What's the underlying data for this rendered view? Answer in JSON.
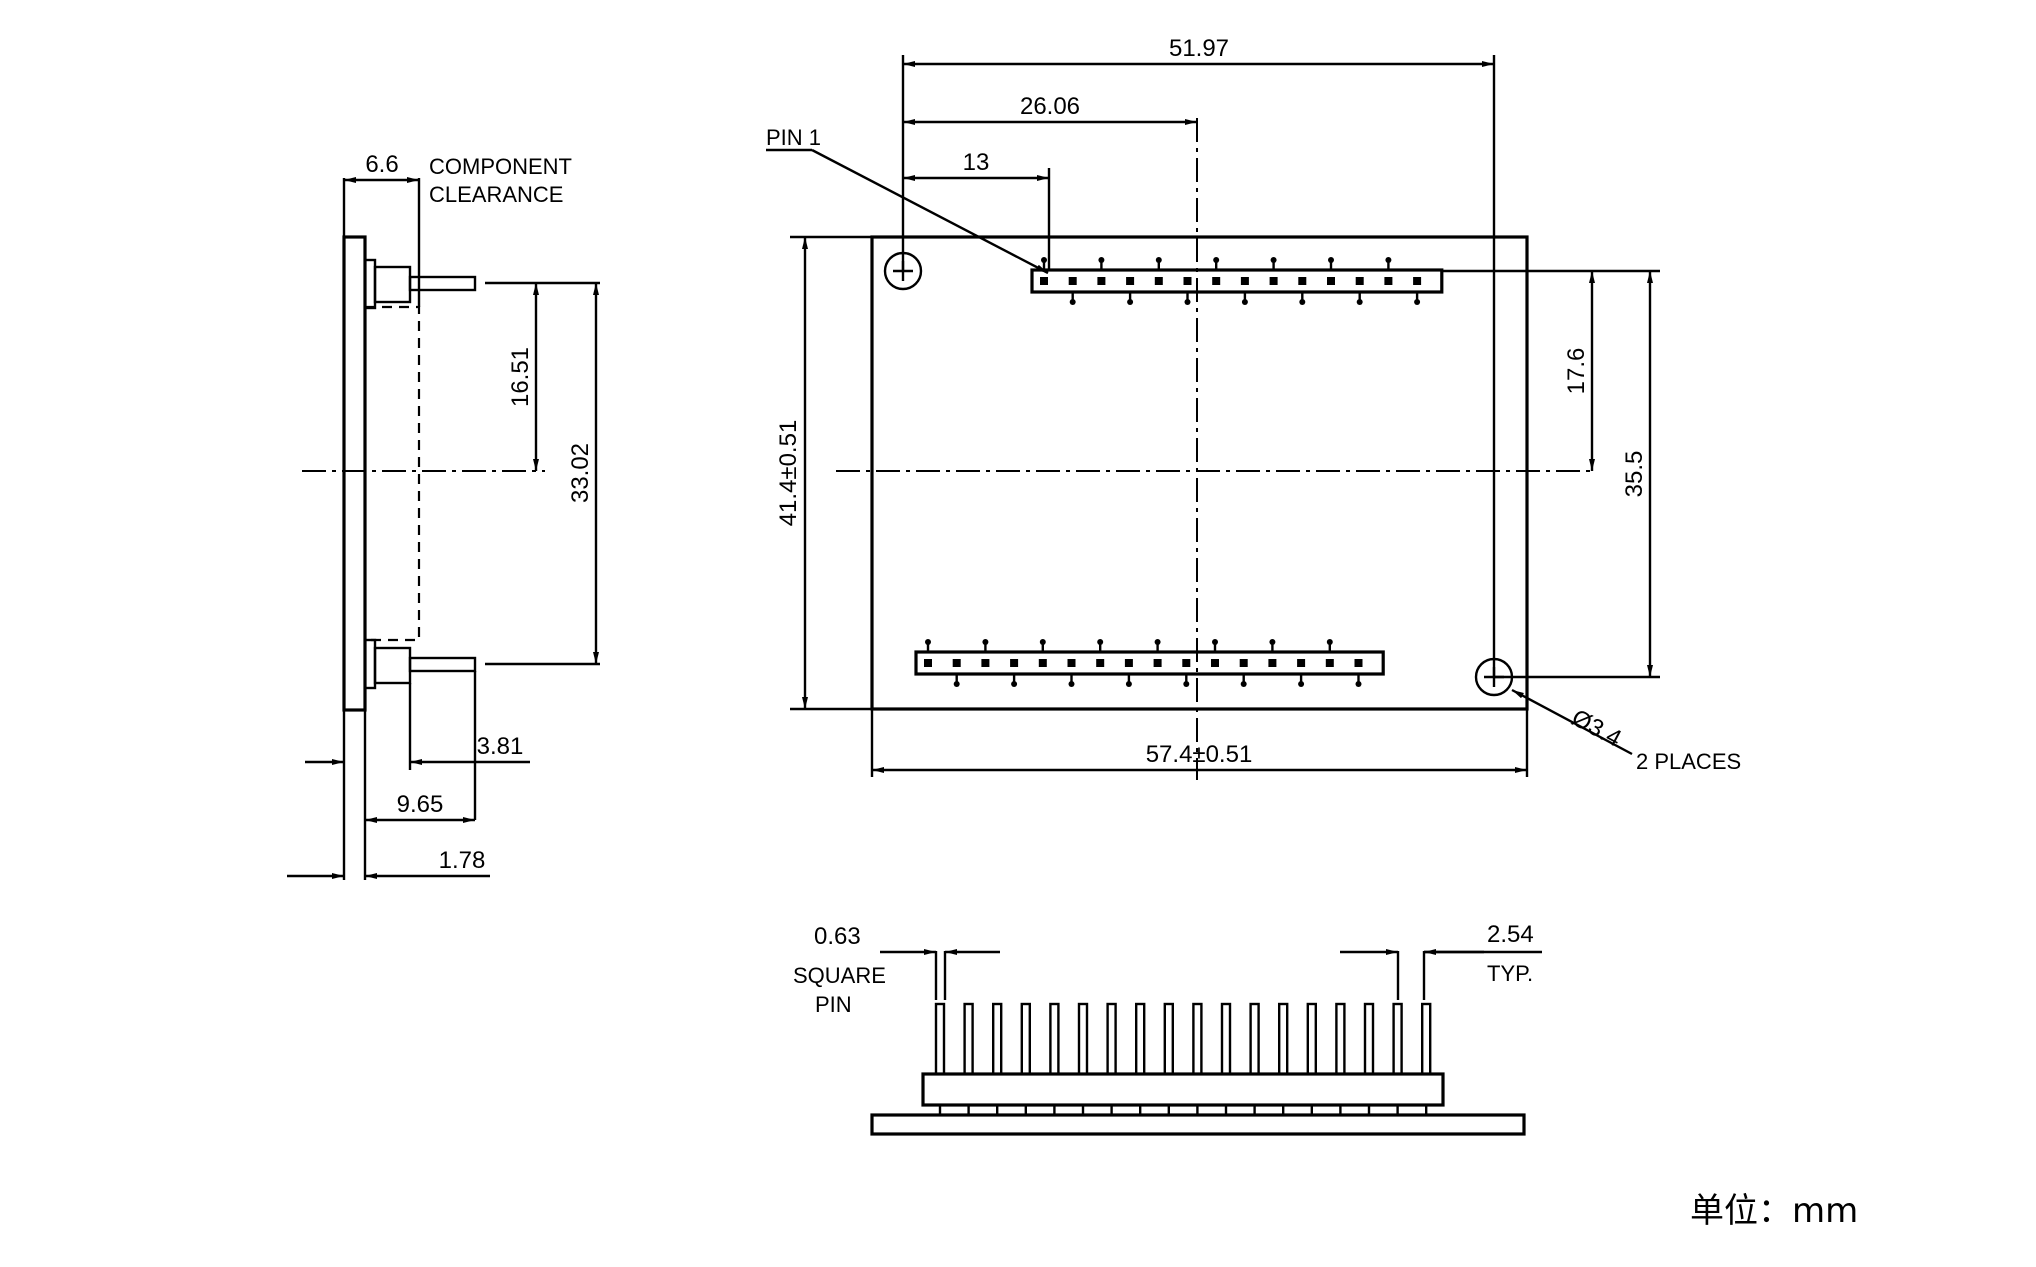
{
  "side_view": {
    "dim_clearance": "6.6",
    "clearance_label_1": "COMPONENT",
    "clearance_label_2": "CLEARANCE",
    "dim_16_51": "16.51",
    "dim_33_02": "33.02",
    "dim_3_81": "3.81",
    "dim_9_65": "9.65",
    "dim_1_78": "1.78"
  },
  "top_view": {
    "pin1_label": "PIN 1",
    "dim_51_97": "51.97",
    "dim_26_06": "26.06",
    "dim_13": "13",
    "dim_height": "41.4±0.51",
    "dim_width": "57.4±0.51",
    "dim_17_6": "17.6",
    "dim_35_5": "35.5",
    "hole_dia": "Ø3.4",
    "hole_count": "2 PLACES",
    "top_header_pins": 14,
    "bottom_header_pins": 16
  },
  "front_view": {
    "dim_pin": "0.63",
    "pin_label_1": "SQUARE",
    "pin_label_2": "PIN",
    "dim_pitch": "2.54",
    "pitch_label": "TYP.",
    "pin_count": 18
  },
  "unit_label": "单位：mm"
}
